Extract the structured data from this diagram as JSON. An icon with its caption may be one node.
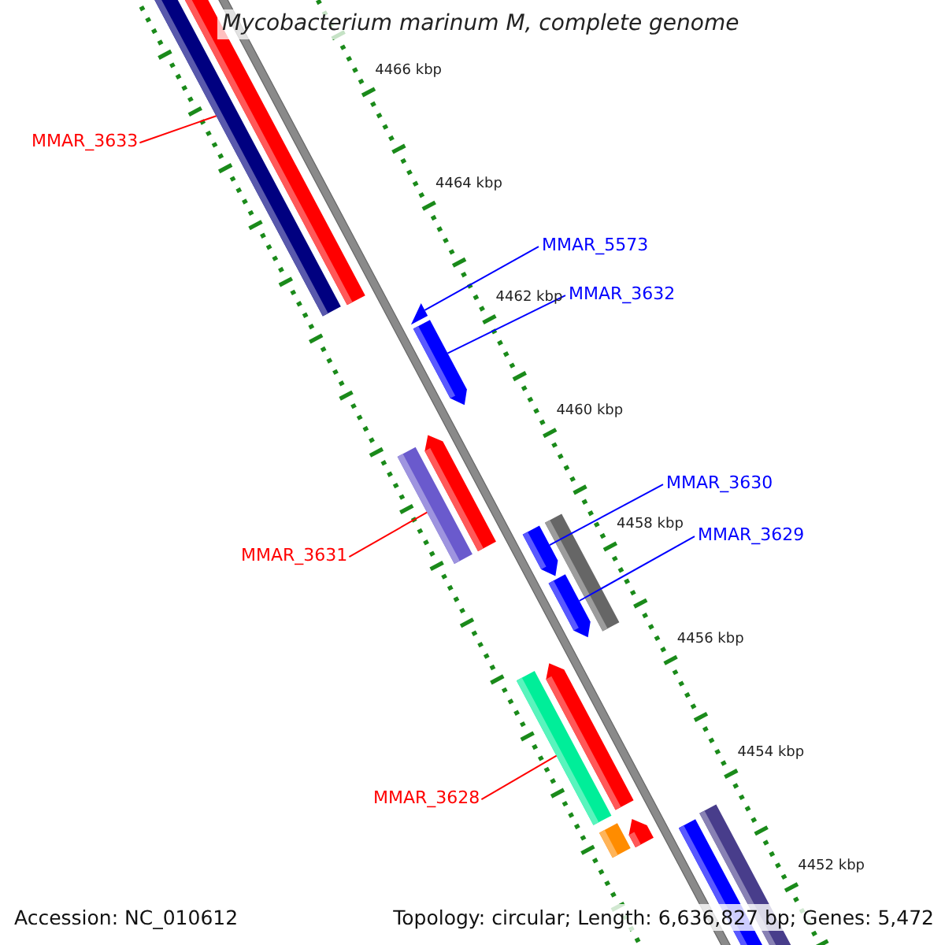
{
  "diagram": {
    "title": "Mycobacterium marinum M, complete genome",
    "nodes": [
      {
        "text": [
          "MMAR_3633"
        ]
      },
      {
        "text": [],
        "shape": "bar"
      },
      {
        "text": [
          "MMAR_5573"
        ]
      },
      {
        "text": [],
        "shape": "triangle"
      },
      {
        "text": [
          "MMAR_3632"
        ]
      },
      {
        "text": [],
        "shape": "bar"
      },
      {
        "text": [
          "MMAR_3631"
        ]
      },
      {
        "text": [],
        "shape": "bar"
      },
      {
        "text": [
          "MMAR_3630"
        ]
      },
      {
        "text": [],
        "shape": "bar"
      },
      {
        "text": [
          "MMAR_3629"
        ]
      },
      {
        "text": [],
        "shape": "bar"
      },
      {
        "text": [
          "MMAR_3628"
        ]
      },
      {
        "text": [],
        "shape": "bar"
      }
    ],
    "edges": [
      {
        "from": 0,
        "to": 1,
        "arrow": "none",
        "color": "#ff0000"
      },
      {
        "from": 2,
        "to": 3,
        "arrow": "none"
      },
      {
        "from": 4,
        "to": 5,
        "arrow": "none"
      },
      {
        "from": 6,
        "to": 7,
        "arrow": "none",
        "color": "#ff0000"
      },
      {
        "from": 8,
        "to": 9,
        "arrow": "none"
      },
      {
        "from": 10,
        "to": 11,
        "arrow": "none"
      },
      {
        "from": 12,
        "to": 13,
        "arrow": "none",
        "color": "#ff0000"
      }
    ],
    "labels": [
      "4466 kbp",
      "4464 kbp",
      "4462 kbp",
      "4460 kbp",
      "4458 kbp",
      "4456 kbp",
      "4454 kbp",
      "4452 kbp",
      "Accession: NC_010612",
      "Topology: circular; Length: 6,636,827 bp; Genes: 5,472"
    ]
  }
}
